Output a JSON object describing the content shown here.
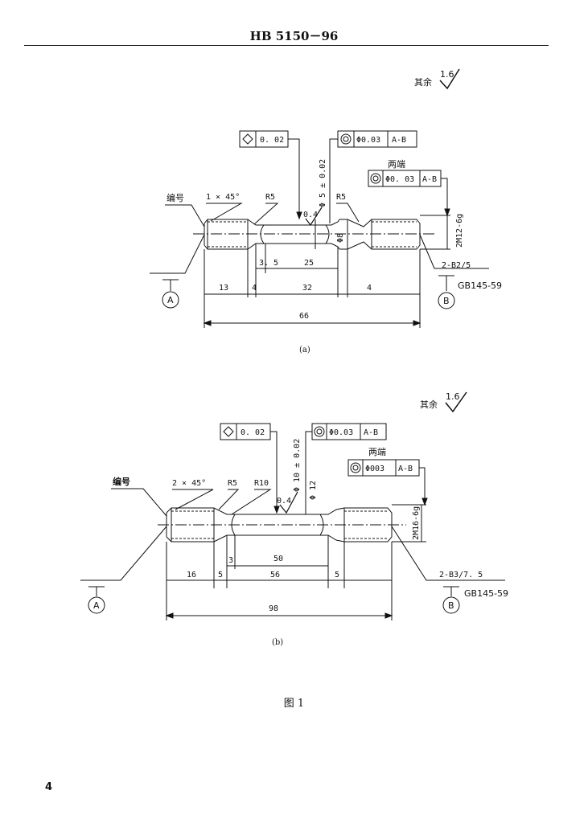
{
  "header": {
    "standard": "HB 5150－96"
  },
  "figure_a": {
    "roughness_other_label": "其余",
    "roughness_other_value": "1.6",
    "roughness_gauge": "0.4",
    "flatness_tol": "0. 02",
    "coax_tol": "Φ0.03",
    "coax_ref": "A-B",
    "both_ends": "两端",
    "coax_tol2": "Φ0. 03",
    "coax_ref2": "A-B",
    "gauge_dia": "Φ 5 ± 0.02",
    "shoulder_dia": "Φ8",
    "label_number": "编号",
    "chamfer": "1 × 45°",
    "radius_left": "R5",
    "radius_right": "R5",
    "thread": "2M12-6g",
    "center_hole": "2-B2/5",
    "datum_a": "A",
    "datum_b": "B",
    "standard_ref": "GB145-59",
    "dims": {
      "d3_5": "3. 5",
      "d25": "25",
      "d13": "13",
      "d4_left": "4",
      "d32": "32",
      "d4_right": "4",
      "d66": "66"
    },
    "caption": "(a)"
  },
  "figure_b": {
    "roughness_other_label": "其余",
    "roughness_other_value": "1.6",
    "roughness_gauge": "0.4",
    "flatness_tol": "0. 02",
    "coax_tol": "Φ0.03",
    "coax_ref": "A-B",
    "both_ends": "两端",
    "coax_tol2": "Φ003",
    "coax_ref2": "A-B",
    "gauge_dia": "Φ 10 ± 0.02",
    "shoulder_dia": "Φ 12",
    "label_number": "编号",
    "chamfer": "2 × 45°",
    "radius_small": "R5",
    "radius_large": "R10",
    "thread": "2M16-6g",
    "center_hole": "2-B3/7. 5",
    "datum_a": "A",
    "datum_b": "B",
    "standard_ref": "GB145-59",
    "dims": {
      "d3": "3",
      "d50": "50",
      "d16": "16",
      "d5_left": "5",
      "d56": "56",
      "d5_right": "5",
      "d98": "98"
    },
    "caption": "(b)"
  },
  "figure_caption": "图 1",
  "page_number": "4"
}
